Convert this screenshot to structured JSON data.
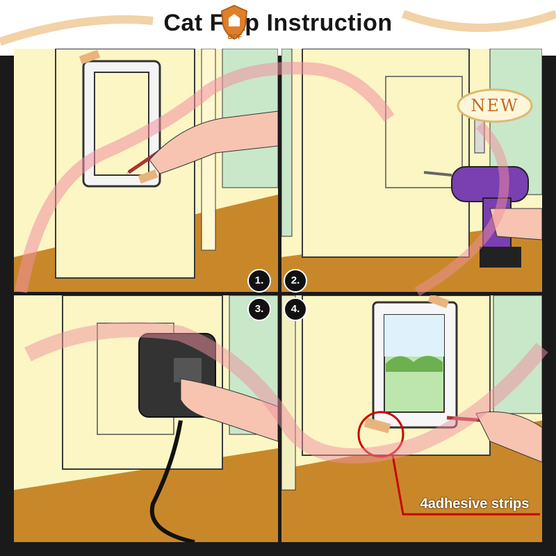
{
  "title": "Cat Flap Instruction",
  "logo_text": "DDF",
  "badge": "NEW",
  "steps": [
    "1.",
    "2.",
    "3.",
    "4."
  ],
  "callout": "4adhesive strips",
  "colors": {
    "wall": "#fbf6c4",
    "floor": "#c8882a",
    "trim": "#b7c3a6",
    "accent": "#cc0000",
    "ribbon": "#f08fa0",
    "drill": "#7a3fb0"
  },
  "icons": [
    "pencil-icon",
    "drill-icon",
    "jigsaw-icon",
    "cat-flap-icon",
    "hand-icon"
  ]
}
